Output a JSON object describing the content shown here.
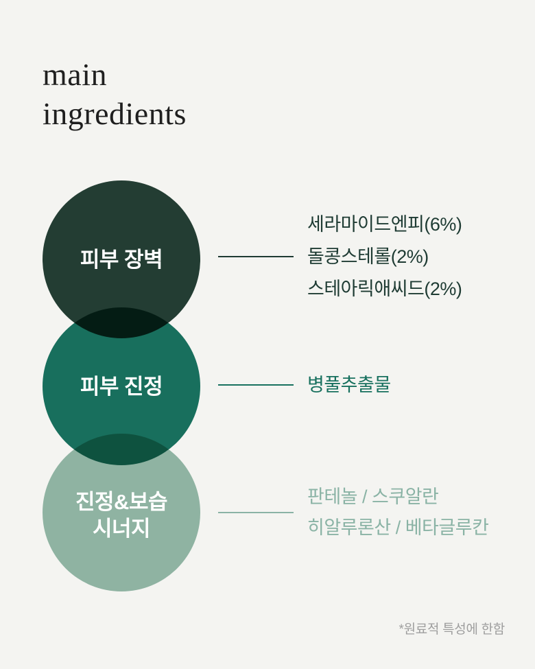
{
  "page": {
    "background_color": "#F4F4F1"
  },
  "title": {
    "line1": "main",
    "line2": "ingredients",
    "color": "#1F1F1F"
  },
  "groups": [
    {
      "id": "skin-barrier",
      "circle_label_line1": "피부 장벽",
      "circle_color": "#223D34",
      "text_color": "#1E3B33",
      "ingredients": [
        "세라마이드엔피(6%)",
        "돌콩스테롤(2%)",
        "스테아릭애씨드(2%)"
      ]
    },
    {
      "id": "skin-soothing",
      "circle_label_line1": "피부 진정",
      "circle_color": "#17705E",
      "text_color": "#17705E",
      "ingredients": [
        "병풀추출물"
      ]
    },
    {
      "id": "soothing-moisture-synergy",
      "circle_label_line1": "진정&보습",
      "circle_label_line2": "시너지",
      "circle_color": "#8FB3A5",
      "text_color": "#8AB3A5",
      "ingredients": [
        "판테놀 / 스쿠알란",
        "히알루론산 / 베타글루칸"
      ]
    }
  ],
  "footnote": {
    "text": "*원료적 특성에 한함",
    "color": "#9E9E9E"
  }
}
